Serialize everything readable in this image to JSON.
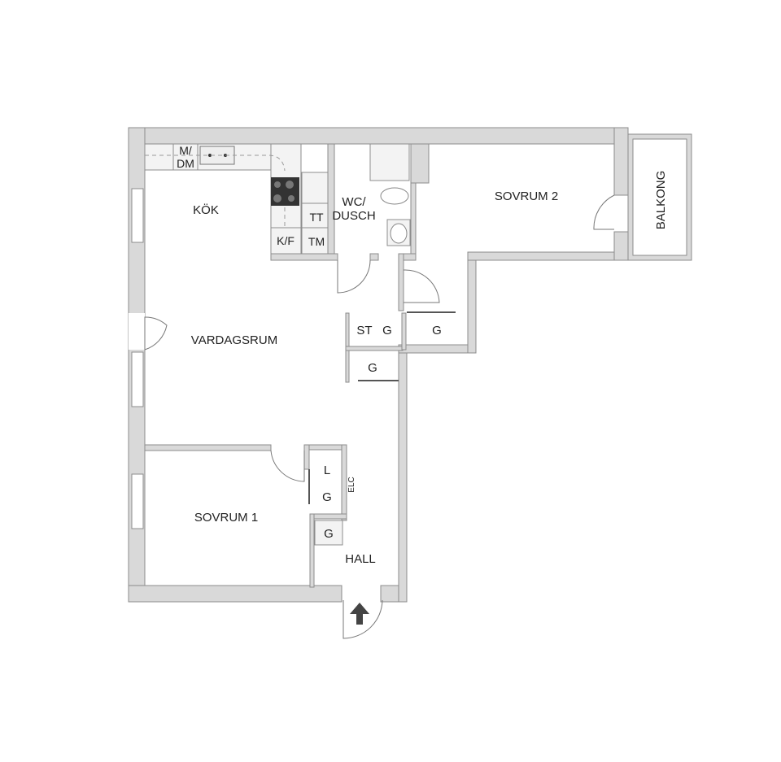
{
  "rooms": {
    "kitchen": "KÖK",
    "living": "VARDAGSRUM",
    "bedroom1": "SOVRUM 1",
    "bedroom2": "SOVRUM 2",
    "bathroom_line1": "WC/",
    "bathroom_line2": "DUSCH",
    "hall": "HALL",
    "balcony": "BALKONG"
  },
  "fixtures": {
    "microwave_line1": "M/",
    "microwave_line2": "DM",
    "fridge_freezer": "K/F",
    "dryer": "TT",
    "washer": "TM",
    "storage": "ST",
    "wardrobe": "G",
    "linen": "L",
    "electrical": "ELC"
  },
  "colors": {
    "wall": "#d9d9d9",
    "outline": "#8c8c8c",
    "cooktop": "#333333"
  }
}
